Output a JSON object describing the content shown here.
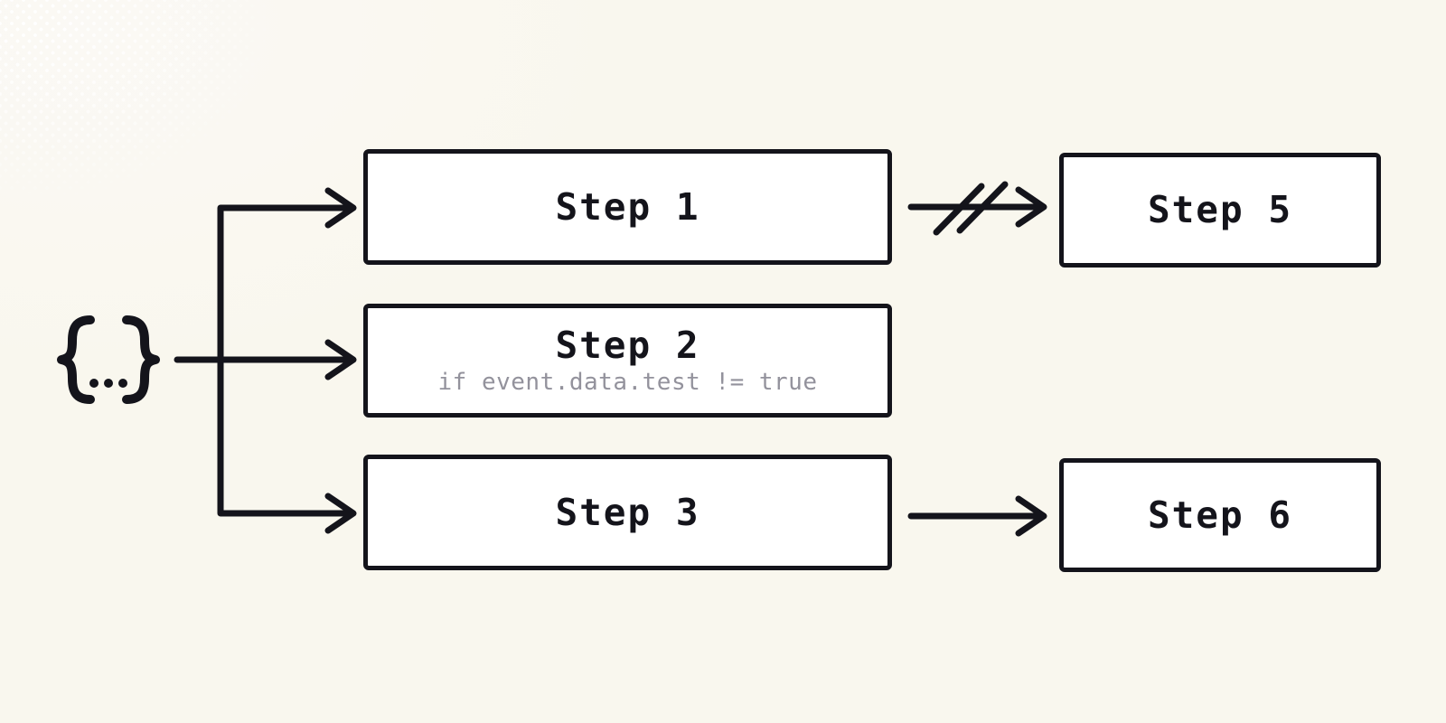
{
  "colors": {
    "background": "#f9f7ee",
    "background_highlight": "#fbf9f5",
    "ink": "#14141b",
    "box_fill": "#ffffff",
    "muted_text": "#93929c"
  },
  "trigger": {
    "symbol": "{...}"
  },
  "steps": {
    "step1": {
      "label": "Step 1"
    },
    "step2": {
      "label": "Step 2",
      "condition": "if event.data.test != true"
    },
    "step3": {
      "label": "Step 3"
    },
    "step5": {
      "label": "Step 5"
    },
    "step6": {
      "label": "Step 6"
    }
  },
  "edges": [
    {
      "from": "trigger",
      "to": "step1",
      "style": "arrow"
    },
    {
      "from": "trigger",
      "to": "step2",
      "style": "arrow"
    },
    {
      "from": "trigger",
      "to": "step3",
      "style": "arrow"
    },
    {
      "from": "step1",
      "to": "step5",
      "style": "arrow-cancelled"
    },
    {
      "from": "step3",
      "to": "step6",
      "style": "arrow"
    }
  ]
}
